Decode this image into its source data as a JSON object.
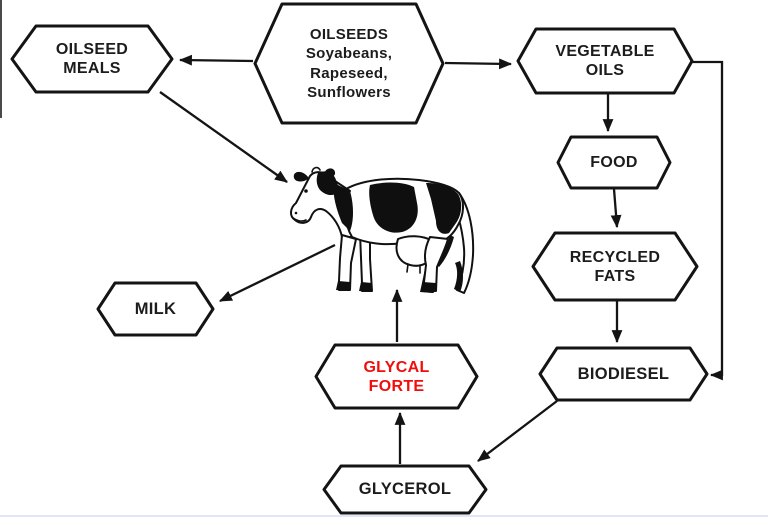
{
  "diagram": {
    "type": "flowchart",
    "description": "Oilseed processing chain: oilseeds split into oilseed meals (fed to dairy cow producing milk) and vegetable oils (to food, recycled fats, biodiesel); biodiesel yields glycerol, made into Glycal Forte fed back to the cow.",
    "colors": {
      "line": "#141414",
      "text": "#1c1c1c",
      "highlight_red": "#f20d0d",
      "node_fill": "#ffffff",
      "bottom_rule": "#dce9f4"
    }
  },
  "nodes": {
    "oilseed_meals": {
      "lines": [
        "OILSEED",
        "MEALS"
      ]
    },
    "oilseeds": {
      "lines": [
        "OILSEEDS",
        "Soyabeans,",
        "Rapeseed,",
        "Sunflowers"
      ]
    },
    "vegetable_oils": {
      "lines": [
        "VEGETABLE",
        "OILS"
      ]
    },
    "food": {
      "lines": [
        "FOOD"
      ]
    },
    "recycled_fats": {
      "lines": [
        "RECYCLED",
        "FATS"
      ]
    },
    "biodiesel": {
      "lines": [
        "BIODIESEL"
      ]
    },
    "glycal_forte": {
      "lines": [
        "GLYCAL",
        "FORTE"
      ]
    },
    "glycerol": {
      "lines": [
        "GLYCEROL"
      ]
    },
    "milk": {
      "lines": [
        "MILK"
      ]
    }
  },
  "illustration": {
    "name": "holstein-dairy-cow",
    "style": "black-and-white clip art cow facing left"
  },
  "edges": [
    {
      "from": "oilseeds",
      "to": "oilseed_meals"
    },
    {
      "from": "oilseeds",
      "to": "vegetable_oils"
    },
    {
      "from": "oilseed_meals",
      "to": "cow"
    },
    {
      "from": "vegetable_oils",
      "to": "food"
    },
    {
      "from": "food",
      "to": "recycled_fats"
    },
    {
      "from": "recycled_fats",
      "to": "biodiesel"
    },
    {
      "from": "vegetable_oils",
      "to": "biodiesel"
    },
    {
      "from": "biodiesel",
      "to": "glycerol"
    },
    {
      "from": "glycerol",
      "to": "glycal_forte"
    },
    {
      "from": "glycal_forte",
      "to": "cow"
    },
    {
      "from": "cow",
      "to": "milk"
    }
  ]
}
